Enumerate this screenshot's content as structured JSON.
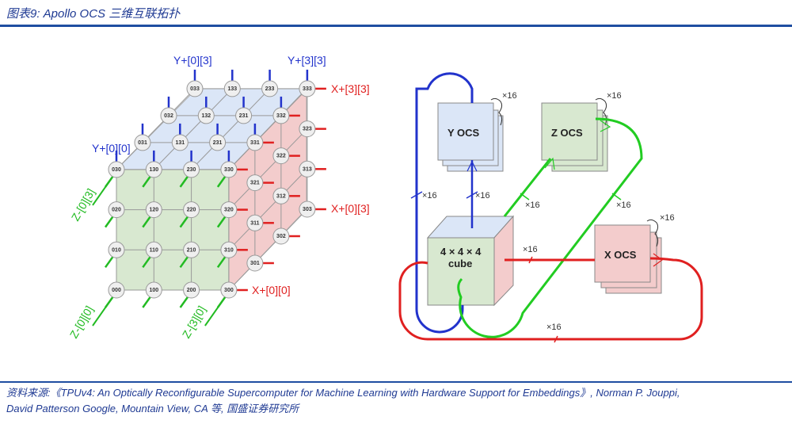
{
  "header": {
    "title": "图表9:  Apollo OCS 三维互联拓扑"
  },
  "footer": {
    "source_line1": "资料来源:《TPUv4: An Optically Reconfigurable Supercomputer for Machine Learning with Hardware Support for Embeddings》, Norman P. Jouppi,",
    "source_line2": "David Patterson Google, Mountain View, CA 等, 国盛证券研究所"
  },
  "colors": {
    "y_axis": "#2233cc",
    "x_axis": "#e02020",
    "z_axis": "#22bb22",
    "top_face": "#dbe6f7",
    "front_face": "#d8e8d0",
    "side_face": "#f3cccc",
    "title": "#1f3a93"
  },
  "cube_diagram": {
    "front_face_nodes": [
      [
        "030",
        "130",
        "230",
        "330"
      ],
      [
        "020",
        "120",
        "220",
        "320"
      ],
      [
        "010",
        "110",
        "210",
        "310"
      ],
      [
        "000",
        "100",
        "200",
        "300"
      ]
    ],
    "top_face_nodes": [
      [
        "033",
        "133",
        "233",
        "333"
      ],
      [
        "032",
        "132",
        "231",
        "332"
      ],
      [
        "031",
        "131",
        "231",
        "331"
      ]
    ],
    "side_face_nodes": [
      [
        "323",
        "322",
        "321"
      ],
      [
        "313",
        "312",
        "311"
      ],
      [
        "303",
        "302",
        "301"
      ]
    ],
    "labels": {
      "y_00": "Y+[0][0]",
      "y_03": "Y+[0][3]",
      "y_33": "Y+[3][3]",
      "x_33": "X+[3][3]",
      "x_03": "X+[0][3]",
      "x_00": "X+[0][0]",
      "z_03": "Z-[0][3]",
      "z_00": "Z-[0][0]",
      "z_30": "Z-[3][0]"
    }
  },
  "ocs_diagram": {
    "y_ocs": "Y OCS",
    "z_ocs": "Z OCS",
    "x_ocs": "X OCS",
    "cube_line1": "4 × 4 × 4",
    "cube_line2": "cube",
    "multiplier": "×16"
  }
}
